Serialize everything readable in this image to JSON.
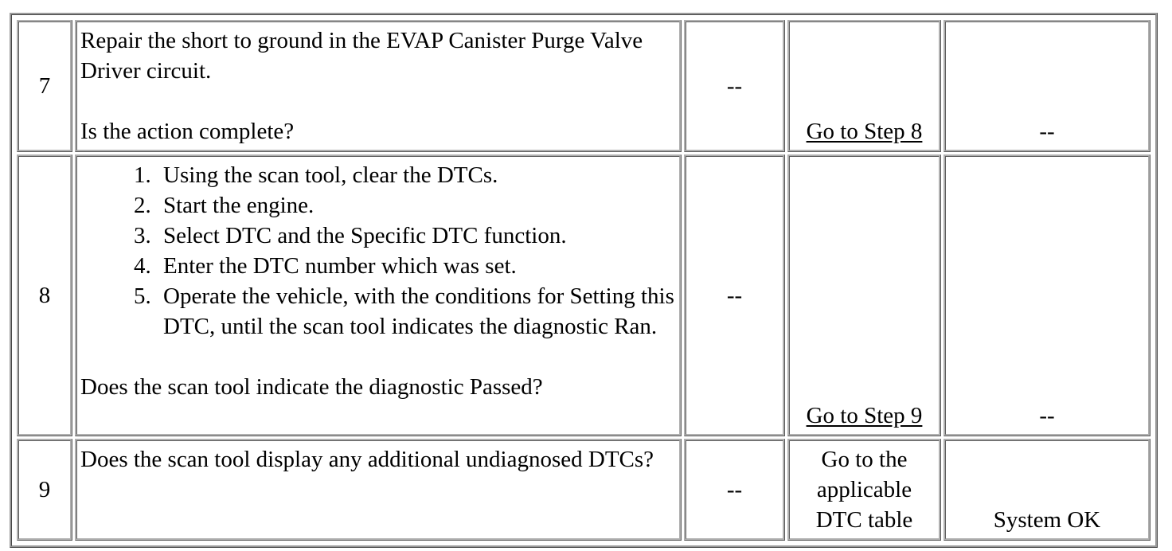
{
  "rows": [
    {
      "step": "7",
      "action_text": "Repair the short to ground in the EVAP Canister Purge Valve Driver circuit.",
      "question": "Is the action complete?",
      "value": "--",
      "yes": "Go to Step 8",
      "no": "--"
    },
    {
      "step": "8",
      "procedure": [
        "Using the scan tool, clear the DTCs.",
        "Start the engine.",
        "Select DTC and the Specific DTC function.",
        "Enter the DTC number which was set.",
        "Operate the vehicle, with the conditions for Setting this DTC, until the scan tool indicates the diagnostic Ran."
      ],
      "question": "Does the scan tool indicate the diagnostic Passed?",
      "value": "--",
      "yes": "Go to Step 9",
      "no": "--"
    },
    {
      "step": "9",
      "question": "Does the scan tool display any additional undiagnosed DTCs?",
      "value": "--",
      "yes": "Go to the applicable DTC table",
      "no": "System OK"
    }
  ]
}
